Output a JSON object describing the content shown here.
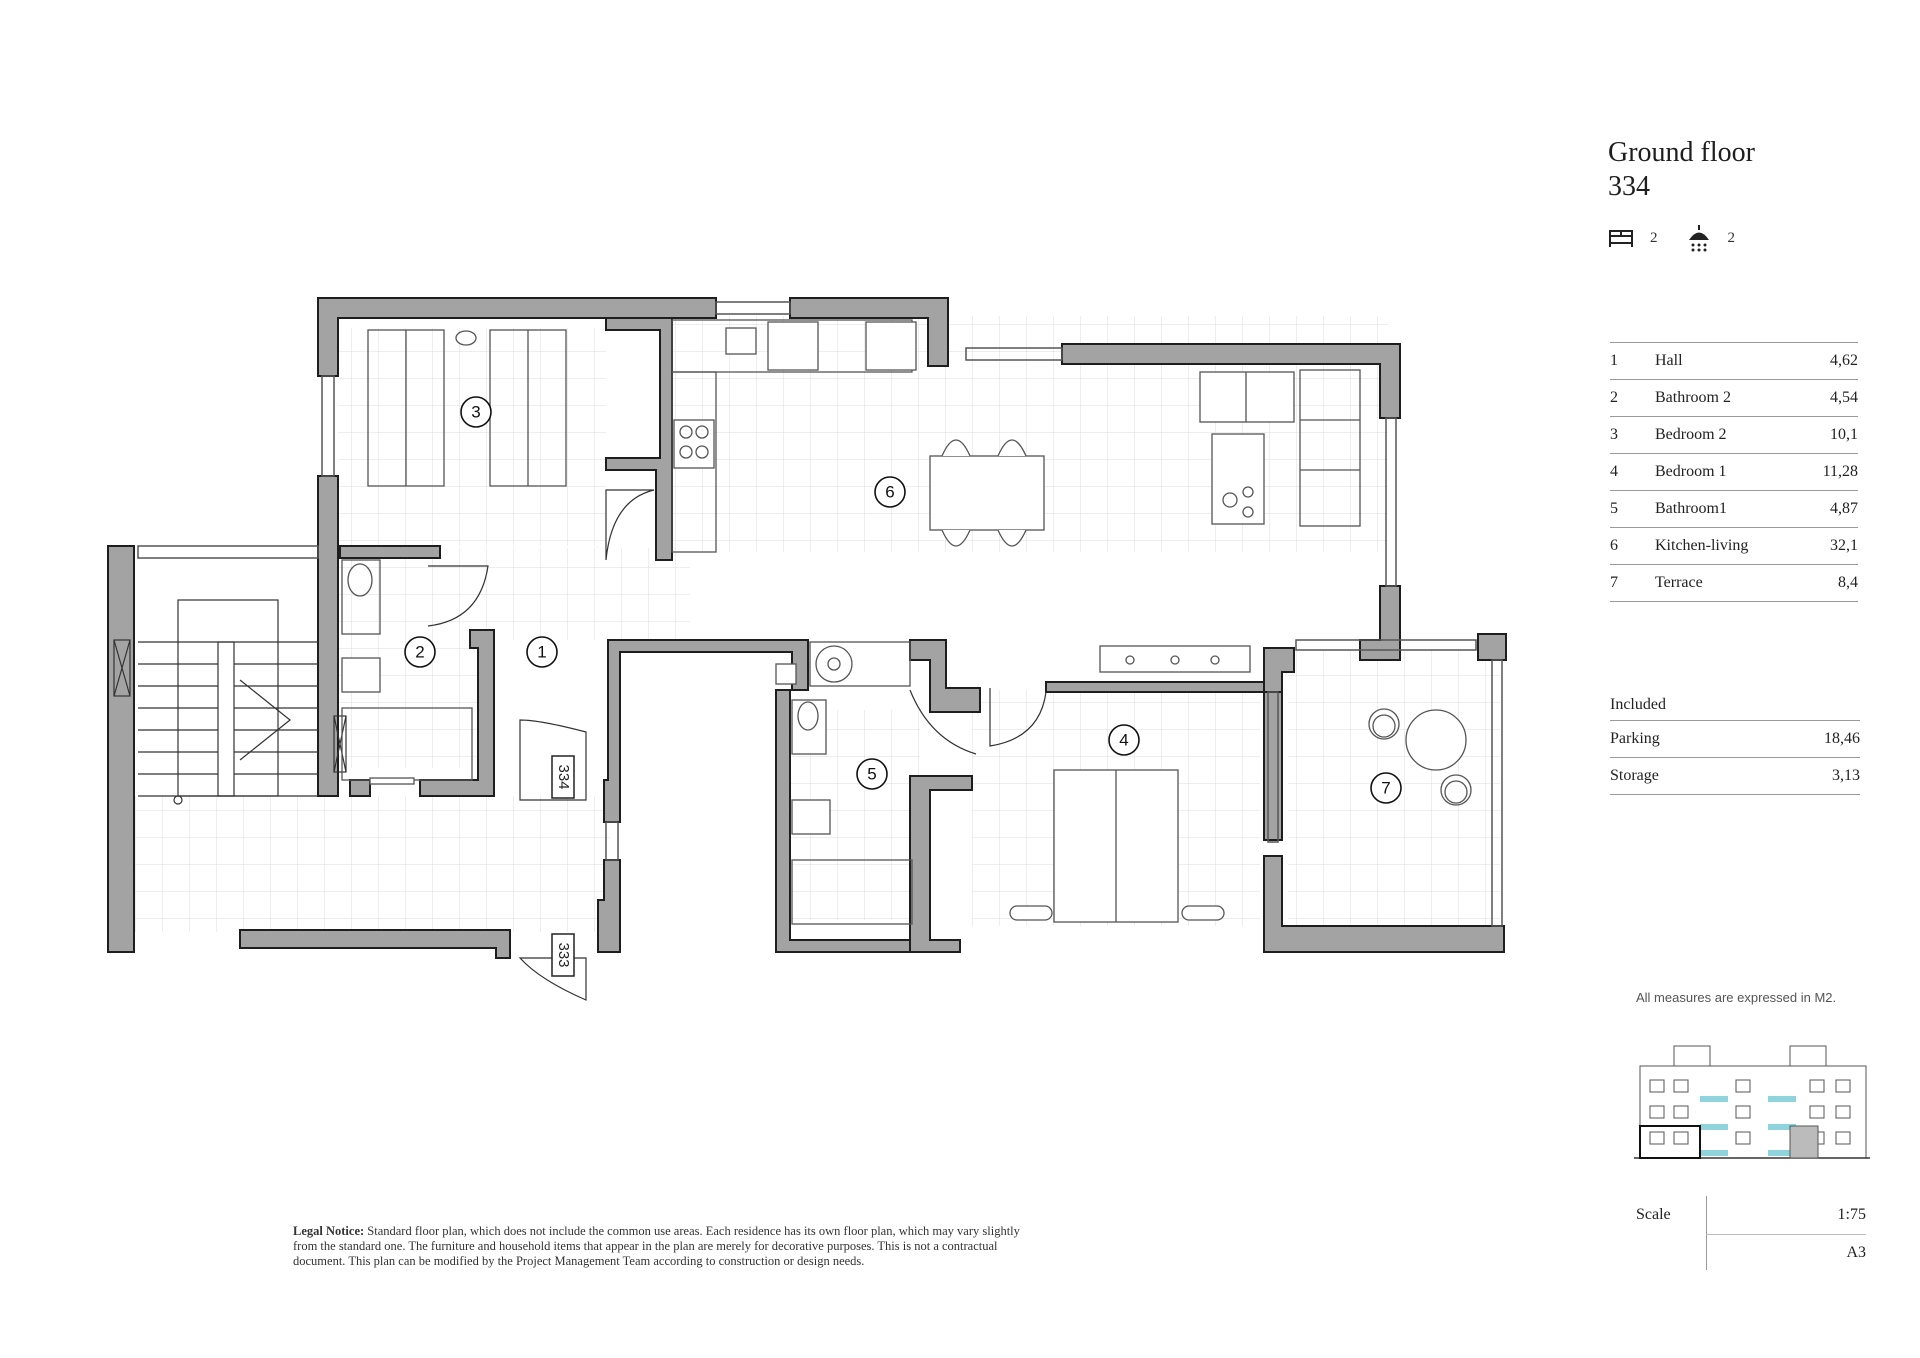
{
  "header": {
    "floor": "Ground floor",
    "unit": "334"
  },
  "counts": {
    "bedrooms": "2",
    "bathrooms": "2",
    "bed_icon": "bed-icon",
    "shower_icon": "shower-icon"
  },
  "rooms": [
    {
      "n": "1",
      "name": "Hall",
      "area": "4,62"
    },
    {
      "n": "2",
      "name": "Bathroom 2",
      "area": "4,54"
    },
    {
      "n": "3",
      "name": "Bedroom 2",
      "area": "10,1"
    },
    {
      "n": "4",
      "name": "Bedroom 1",
      "area": "11,28"
    },
    {
      "n": "5",
      "name": "Bathroom1",
      "area": "4,87"
    },
    {
      "n": "6",
      "name": "Kitchen-living",
      "area": "32,1"
    },
    {
      "n": "7",
      "name": "Terrace",
      "area": "8,4"
    }
  ],
  "included": {
    "title": "Included",
    "items": [
      {
        "name": "Parking",
        "area": "18,46"
      },
      {
        "name": "Storage",
        "area": "3,13"
      }
    ]
  },
  "measures_note": "All measures are expressed in M2.",
  "scale": {
    "label": "Scale",
    "ratio": "1:75",
    "paper": "A3"
  },
  "legal": {
    "label": "Legal Notice:",
    "text": "Standard floor plan, which does not include the common use areas. Each residence has its own floor plan, which may vary slightly from the standard one. The furniture and household items that appear in the plan are merely for decorative purposes. This is not a contractual document. This plan can be modified by the Project Management Team according to construction or design needs."
  },
  "plan": {
    "room_markers": [
      "1",
      "2",
      "3",
      "4",
      "5",
      "6",
      "7"
    ],
    "door_labels": [
      "334",
      "333"
    ]
  },
  "colors": {
    "wall": "#a3a3a3",
    "outline": "#1e1e1e",
    "grid": "#dcdcdc",
    "glass": "#8fd3dc"
  }
}
